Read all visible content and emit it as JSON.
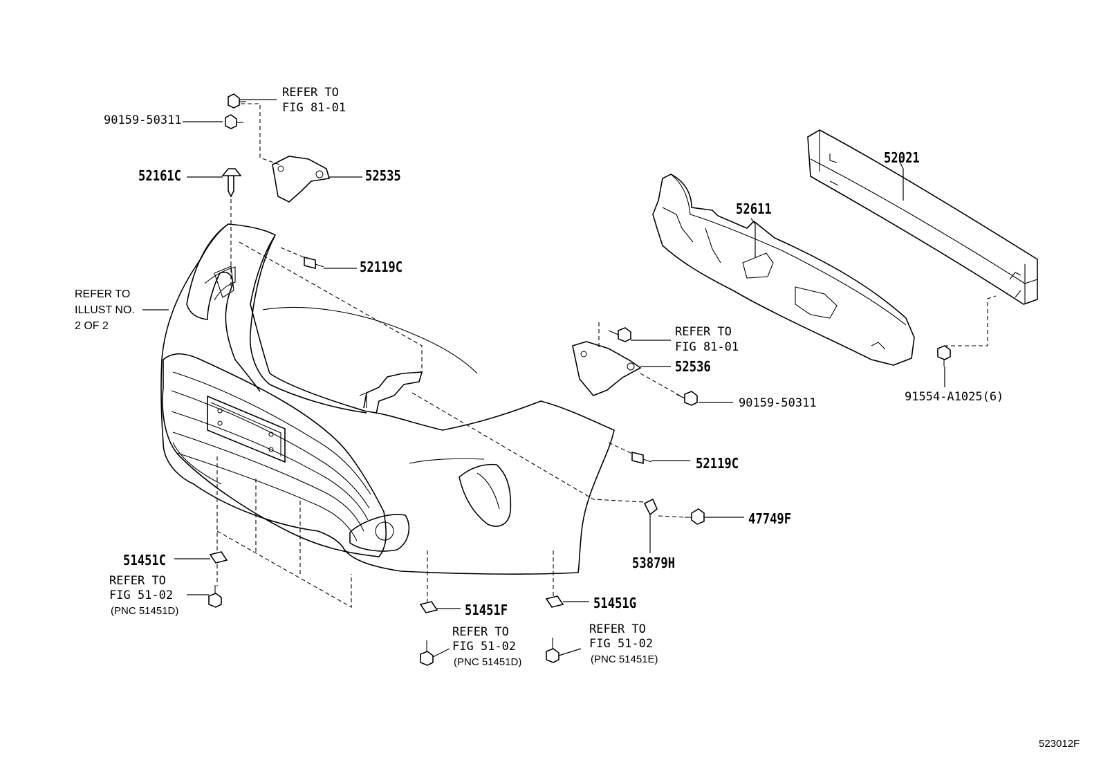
{
  "diagram": {
    "labels": {
      "p90159_top": "90159-50311",
      "ref_top_1": "REFER TO",
      "ref_top_2": "FIG 81-01",
      "p52161c": "52161C",
      "p52535": "52535",
      "p52119c_top": "52119C",
      "ref_illust_1": "REFER TO",
      "ref_illust_2": "ILLUST NO.",
      "ref_illust_3": "2 OF 2",
      "p52021": "52021",
      "p52611": "52611",
      "ref_mid_1": "REFER TO",
      "ref_mid_2": "FIG 81-01",
      "p52536": "52536",
      "p90159_mid": "90159-50311",
      "p91554": "91554-A1025(6)",
      "p52119c_mid": "52119C",
      "p47749f": "47749F",
      "p53879h": "53879H",
      "p51451c": "51451C",
      "ref_left_1": "REFER TO",
      "ref_left_2": "FIG 51-02",
      "ref_left_3": "(PNC 51451D)",
      "p51451f": "51451F",
      "ref_cen_1": "REFER TO",
      "ref_cen_2": "FIG 51-02",
      "ref_cen_3": "(PNC 51451D)",
      "p51451g": "51451G",
      "ref_right_1": "REFER TO",
      "ref_right_2": "FIG 51-02",
      "ref_right_3": "(PNC 51451E)",
      "diagram_code": "523012F"
    }
  }
}
